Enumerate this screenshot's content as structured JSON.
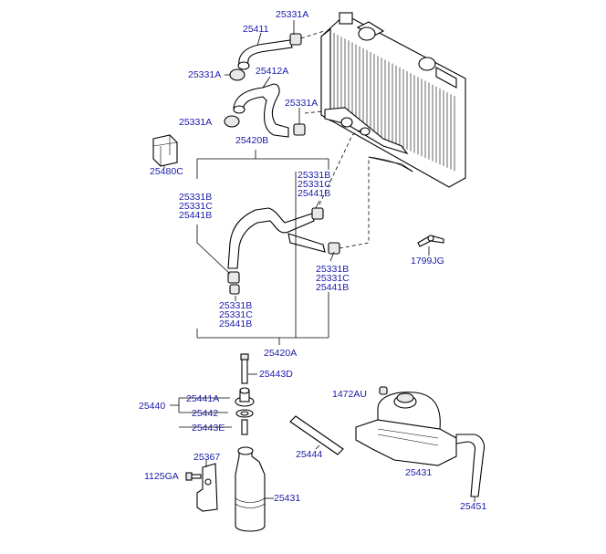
{
  "labels": {
    "l_25331a_top": "25331A",
    "l_25411": "25411",
    "l_25331a_2": "25331A",
    "l_25412a": "25412A",
    "l_25331a_3": "25331A",
    "l_25331a_4": "25331A",
    "l_25420b": "25420B",
    "l_25480c": "25480C",
    "l_25331b_r1": "25331B",
    "l_25331c_r1": "25331C",
    "l_25441b_r1": "25441B",
    "l_25331b_l1": "25331B",
    "l_25331c_l1": "25331C",
    "l_25441b_l1": "25441B",
    "l_1799jg": "1799JG",
    "l_25331b_r2": "25331B",
    "l_25331c_r2": "25331C",
    "l_25441b_r2": "25441B",
    "l_25331b_l2": "25331B",
    "l_25331c_l2": "25331C",
    "l_25441b_l2": "25441B",
    "l_25420a": "25420A",
    "l_25443d": "25443D",
    "l_1472au": "1472AU",
    "l_25440": "25440",
    "l_25441a": "25441A",
    "l_25442": "25442",
    "l_25443e": "25443E",
    "l_25444": "25444",
    "l_25431_r": "25431",
    "l_25367": "25367",
    "l_1125ga": "1125GA",
    "l_25431_l": "25431",
    "l_25451": "25451"
  },
  "colors": {
    "label": "#1a1aa8",
    "line": "#000000",
    "background": "#ffffff"
  }
}
